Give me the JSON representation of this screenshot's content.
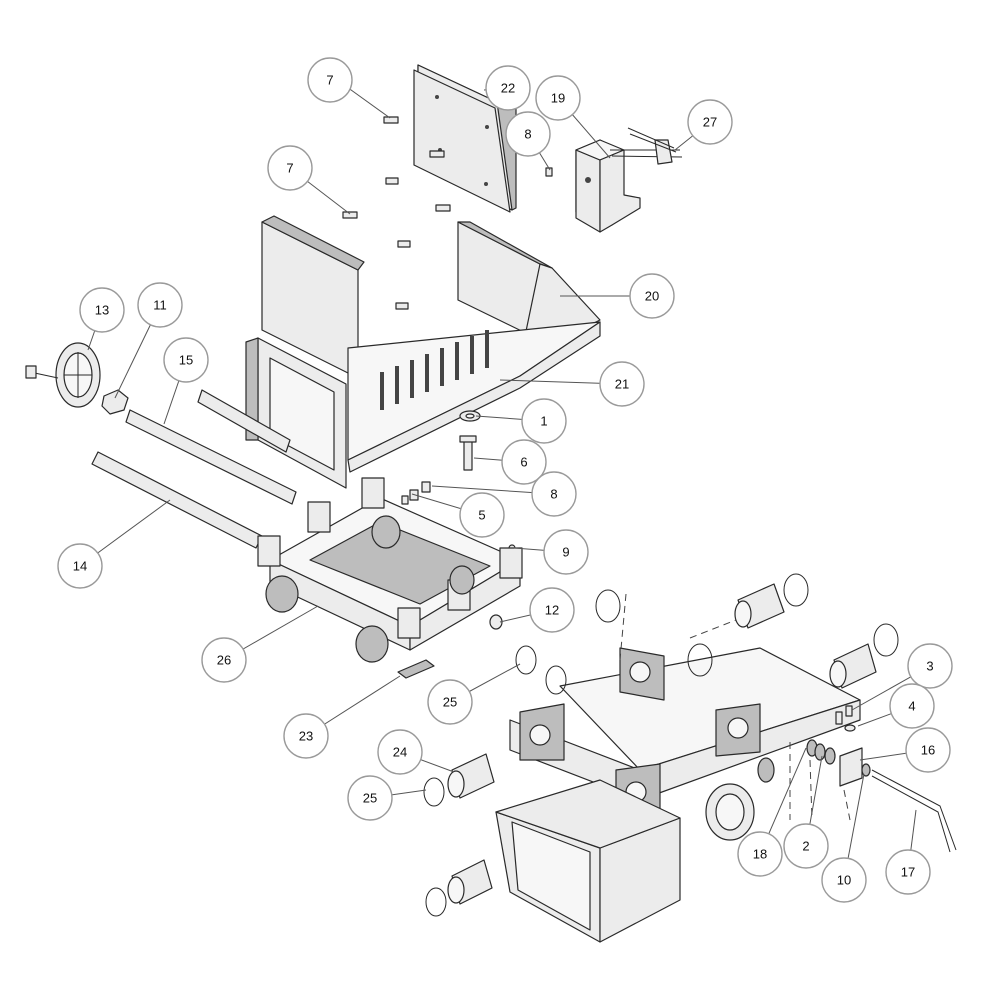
{
  "callouts": [
    {
      "id": "c7a",
      "label": "7"
    },
    {
      "id": "c22",
      "label": "22"
    },
    {
      "id": "c19",
      "label": "19"
    },
    {
      "id": "c27",
      "label": "27"
    },
    {
      "id": "c8a",
      "label": "8"
    },
    {
      "id": "c7b",
      "label": "7"
    },
    {
      "id": "c20",
      "label": "20"
    },
    {
      "id": "c13",
      "label": "13"
    },
    {
      "id": "c11",
      "label": "11"
    },
    {
      "id": "c15",
      "label": "15"
    },
    {
      "id": "c21",
      "label": "21"
    },
    {
      "id": "c1",
      "label": "1"
    },
    {
      "id": "c6",
      "label": "6"
    },
    {
      "id": "c8b",
      "label": "8"
    },
    {
      "id": "c5",
      "label": "5"
    },
    {
      "id": "c9",
      "label": "9"
    },
    {
      "id": "c14",
      "label": "14"
    },
    {
      "id": "c12",
      "label": "12"
    },
    {
      "id": "c26",
      "label": "26"
    },
    {
      "id": "c25a",
      "label": "25"
    },
    {
      "id": "c23",
      "label": "23"
    },
    {
      "id": "c3",
      "label": "3"
    },
    {
      "id": "c4",
      "label": "4"
    },
    {
      "id": "c16",
      "label": "16"
    },
    {
      "id": "c24",
      "label": "24"
    },
    {
      "id": "c25b",
      "label": "25"
    },
    {
      "id": "c18",
      "label": "18"
    },
    {
      "id": "c2",
      "label": "2"
    },
    {
      "id": "c10",
      "label": "10"
    },
    {
      "id": "c17",
      "label": "17"
    }
  ]
}
